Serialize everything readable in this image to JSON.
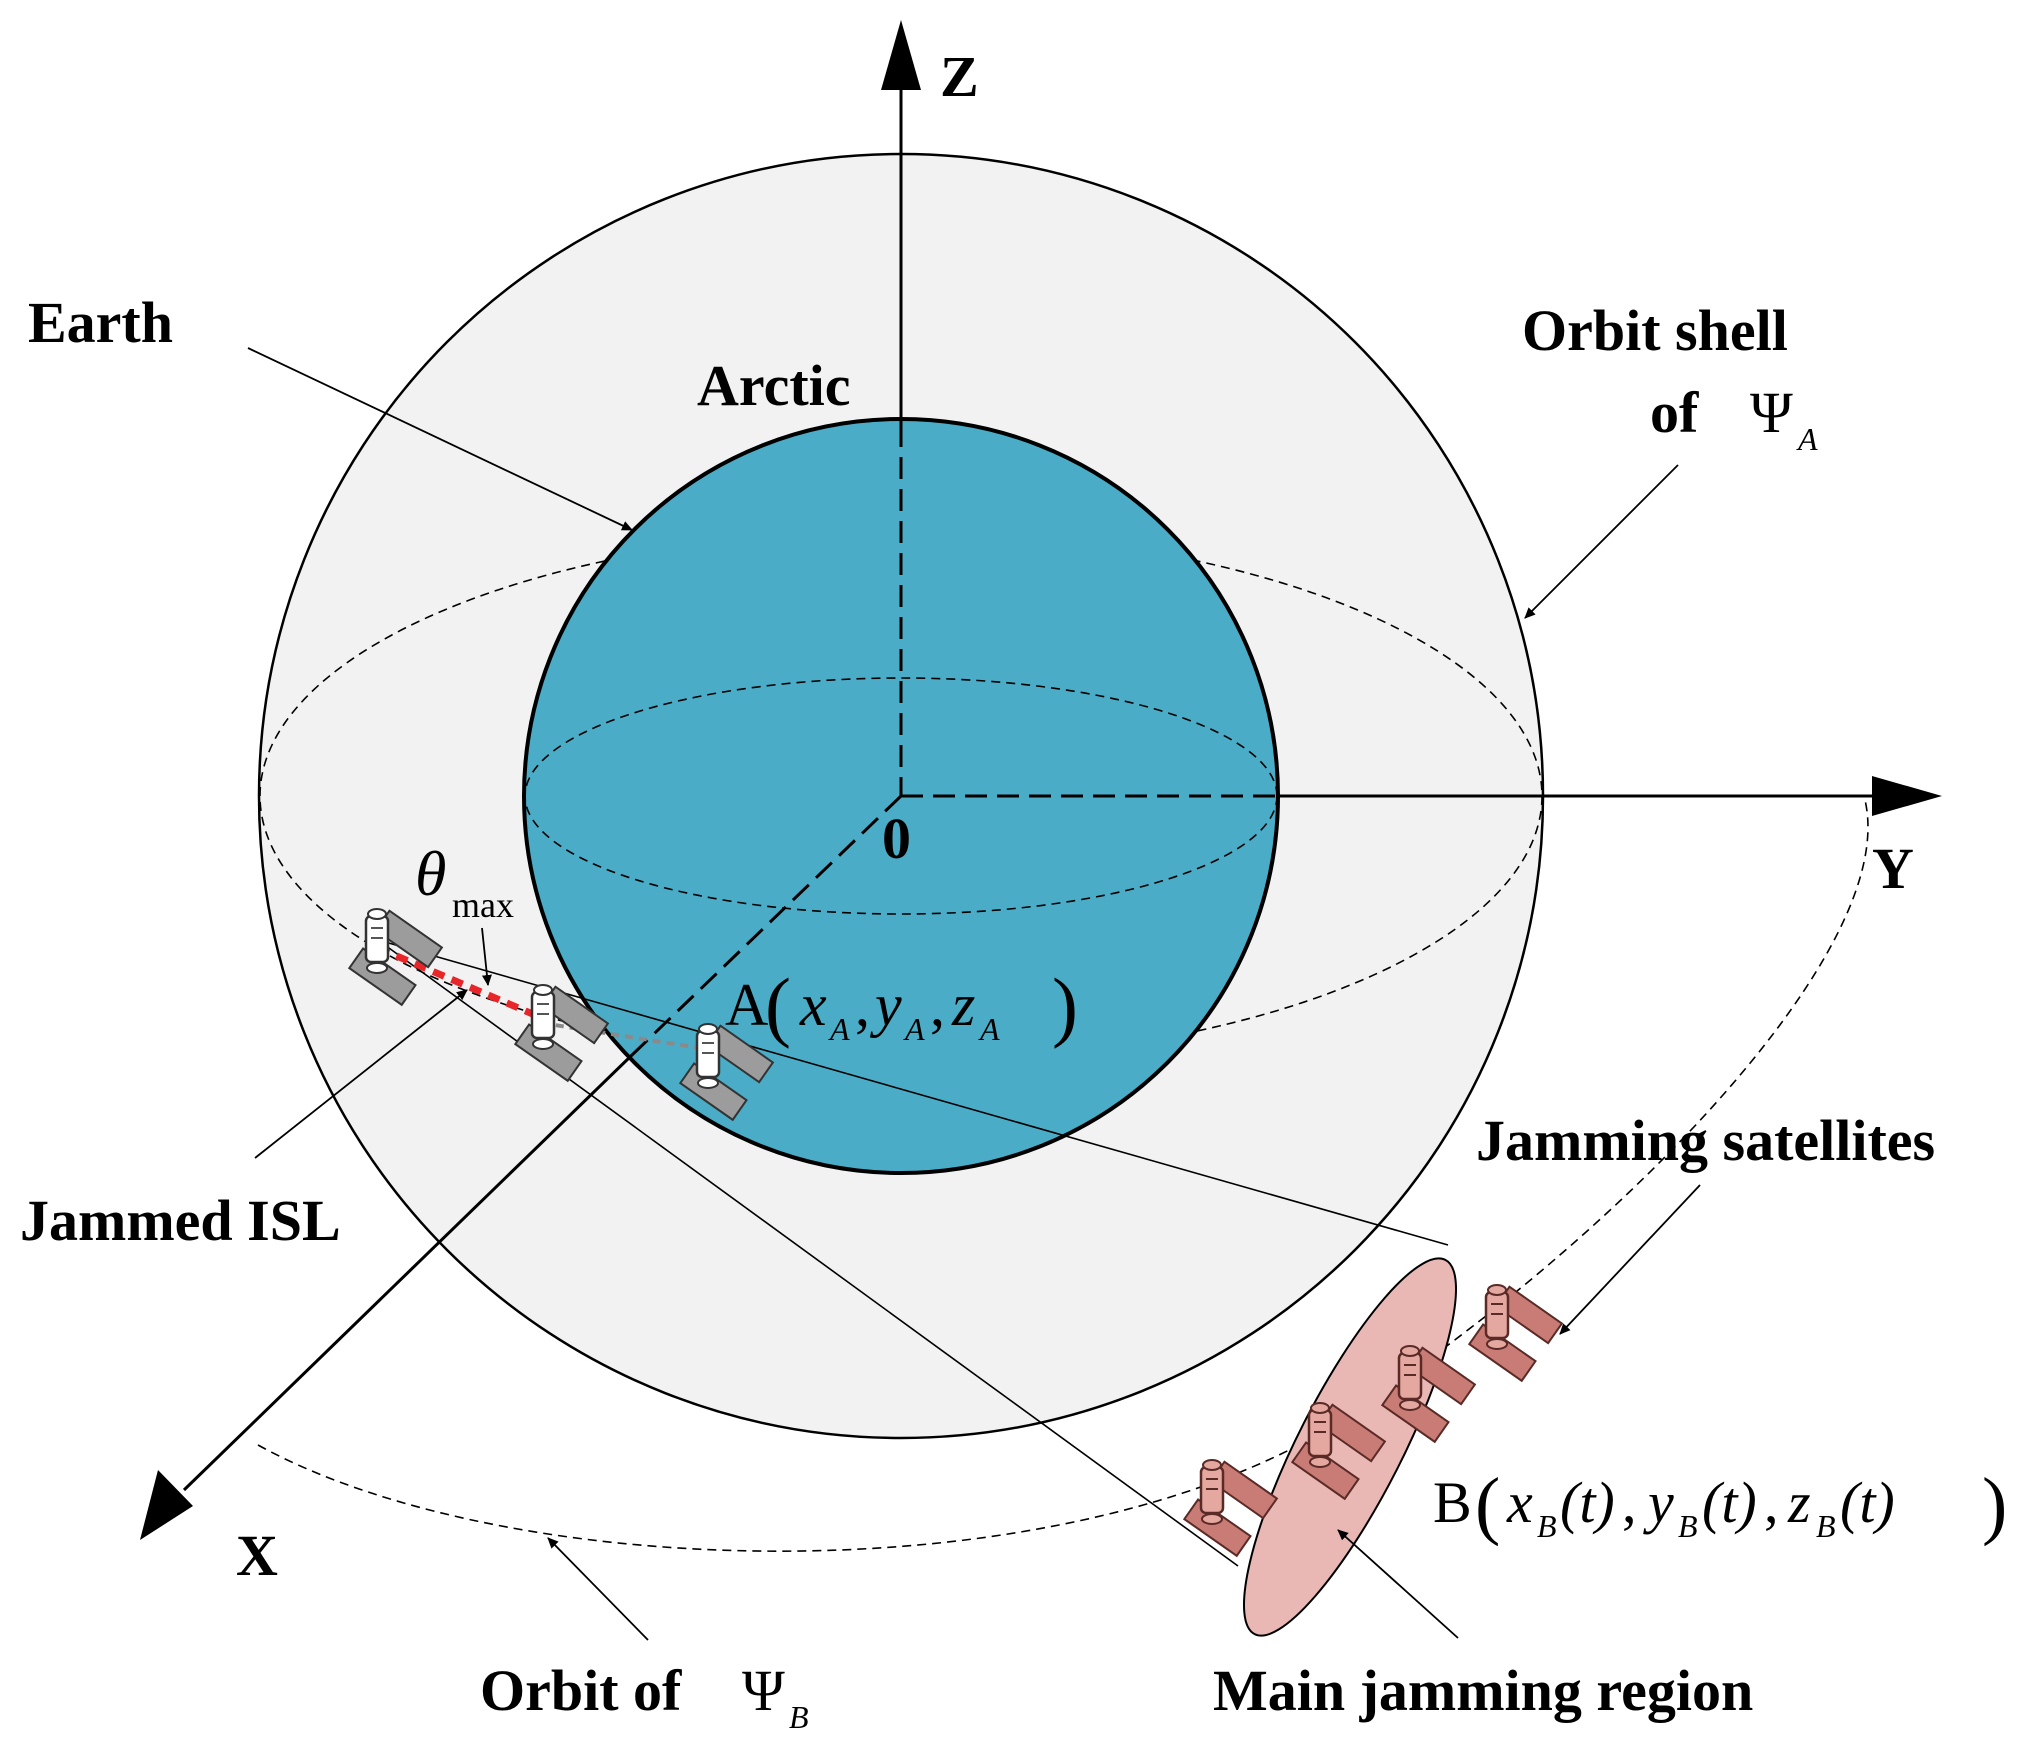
{
  "axes": {
    "z": "Z",
    "y": "Y",
    "x": "X",
    "origin": "0"
  },
  "labels": {
    "earth": "Earth",
    "arctic": "Arctic",
    "orbit_shell": "Orbit shell",
    "orbit_shell_of": "of",
    "psi_symbol": "Ψ",
    "psi_a_sub": "A",
    "orbit_of": "Orbit of",
    "psi_b_sub": "B",
    "jamming_satellites": "Jamming satellites",
    "jammed_isl": "Jammed ISL",
    "main_jamming_region": "Main jamming region",
    "theta": "θ",
    "theta_sub": "max"
  },
  "point_a": {
    "name": "A",
    "x": "x",
    "y": "y",
    "z": "z",
    "sub": "A"
  },
  "point_b": {
    "name": "B",
    "x": "x",
    "y": "y",
    "z": "z",
    "sub": "B",
    "t": "(t)"
  },
  "colors": {
    "earth": "#4aacc6",
    "shell": "#f2f2f2",
    "jam_region": "#e9b8b5",
    "jammed_link": "#e8262a",
    "jam_satellite": "#c97c75"
  },
  "satellites": {
    "normal_count": 3,
    "jamming_count": 4
  }
}
